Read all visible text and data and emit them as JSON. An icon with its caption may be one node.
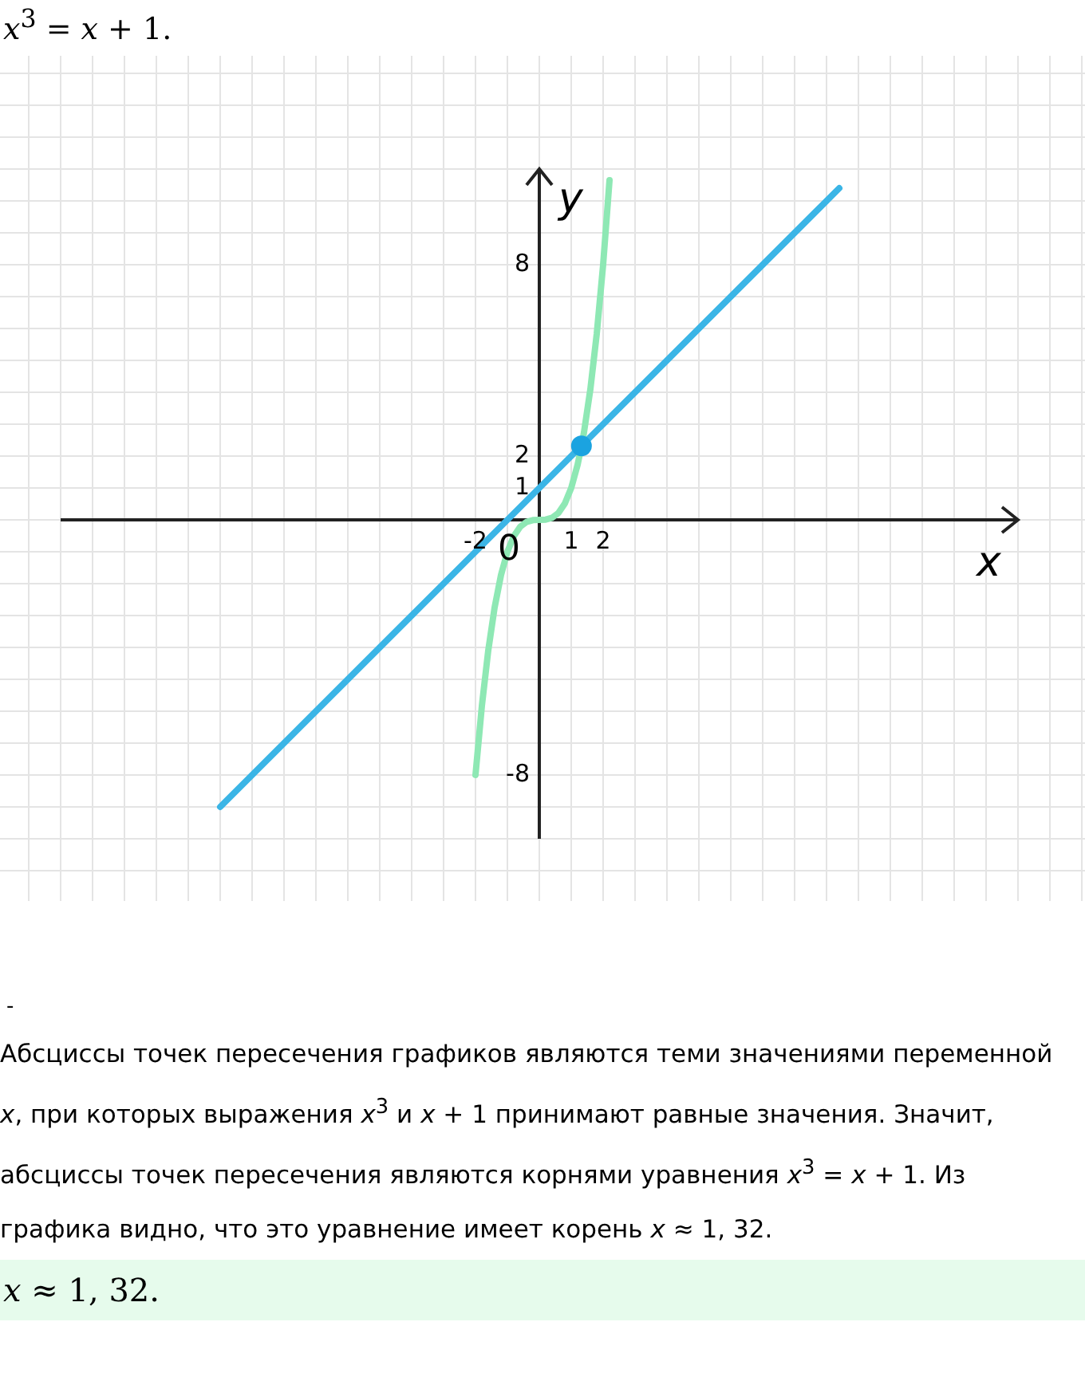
{
  "diagram": {
    "title": "*x*$^{3}$ = *x* + 1.",
    "labels": [
      "0",
      "-",
      "Абсциссы точек пересечения графиков являются теми значениями переменной *x*, при которых выражения *x*$^{3}$ и *x* + 1 принимают равные значения. Значит, абсциссы точек пересечения являются корнями уравнения *x*$^{3}$ = *x* + 1. Из графика видно, что это уравнение имеет корень *x* ≈ 1, 32.",
      "*x* ≈ 1, 32."
    ],
    "chart_data": {
      "type": "line",
      "xlabel": "x",
      "ylabel": "y",
      "x": [
        -10,
        -2.0,
        -1.8,
        -1.6,
        -1.4,
        -1.2,
        -1.0,
        -0.8,
        -0.6,
        -0.4,
        -0.2,
        0,
        0.2,
        0.4,
        0.6,
        0.8,
        1.0,
        1.2,
        1.32,
        1.4,
        1.6,
        1.8,
        2.0,
        2.2,
        9.4
      ],
      "series": [
        {
          "color": "#3bb5e6",
          "values": [
            -9,
            -1,
            -0.8,
            -0.6,
            -0.4,
            -0.2,
            0,
            0.2,
            0.4,
            0.6,
            0.8,
            1,
            1.2,
            1.4,
            1.6,
            1.8,
            2,
            2.2,
            2.32,
            2.4,
            2.6,
            2.8,
            3,
            3.2,
            10.4
          ]
        },
        {
          "color": "#8ee8b4",
          "values": [
            null,
            -8,
            -5.832,
            -4.096,
            -2.744,
            -1.728,
            -1,
            -0.512,
            -0.216,
            -0.064,
            -0.008,
            0,
            0.008,
            0.064,
            0.216,
            0.512,
            1,
            1.728,
            2.3,
            2.744,
            4.096,
            5.832,
            8,
            10.648,
            null
          ]
        },
        {
          "color": "#1ba3e0",
          "marker": "circle",
          "values": [
            null,
            null,
            null,
            null,
            null,
            null,
            null,
            null,
            null,
            null,
            null,
            null,
            null,
            null,
            null,
            null,
            null,
            null,
            2.32,
            null,
            null,
            null,
            null,
            null,
            null
          ]
        }
      ],
      "xlim": [
        -15,
        15
      ],
      "ylim": [
        -10,
        11
      ],
      "grid": true,
      "xticks": [
        -2,
        1,
        2
      ],
      "yticks": [
        8,
        2,
        1,
        -8
      ]
    }
  }
}
